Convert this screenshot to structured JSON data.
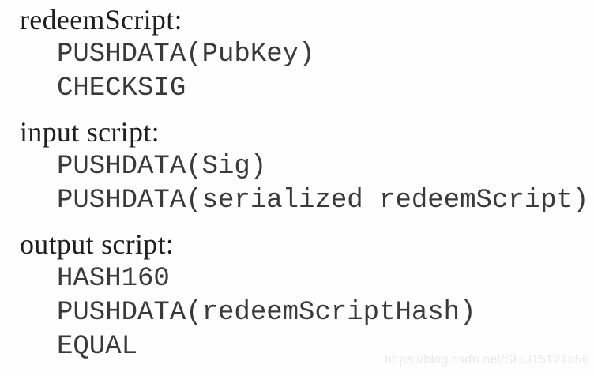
{
  "page": {
    "background_color": "#fefefe",
    "heading_color": "#1f1f1f",
    "code_color": "#3a3a3a",
    "watermark": {
      "text": "https://blog.csdn.net/SHU15121856",
      "color": "#e9e9e9"
    }
  },
  "sections": [
    {
      "title": "redeemScript:",
      "lines": [
        "PUSHDATA(PubKey)",
        "CHECKSIG"
      ]
    },
    {
      "title": "input script:",
      "lines": [
        "PUSHDATA(Sig)",
        "PUSHDATA(serialized redeemScript)"
      ]
    },
    {
      "title": "output script:",
      "lines": [
        "HASH160",
        "PUSHDATA(redeemScriptHash)",
        "EQUAL"
      ]
    }
  ]
}
